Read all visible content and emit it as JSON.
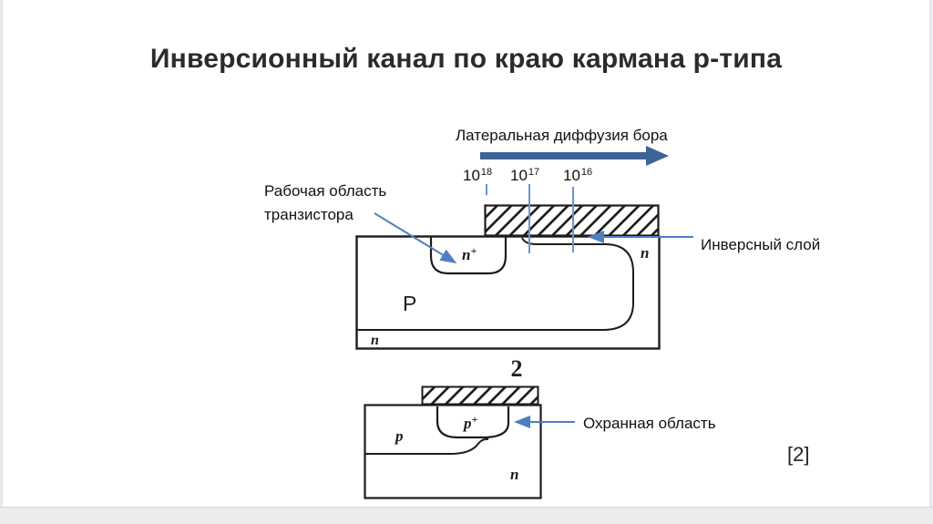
{
  "slide": {
    "title": "Инверсионный канал по краю кармана p-типа",
    "figure_number": "2",
    "reference": "[2]"
  },
  "annotations": {
    "lateral_diffusion": "Латеральная диффузия бора",
    "working_region_line1": "Рабочая область",
    "working_region_line2": "транзистора",
    "inversion_layer": "Инверсный слой",
    "guard_region": "Охранная область",
    "concentrations": [
      {
        "base": "10",
        "exp": "18"
      },
      {
        "base": "10",
        "exp": "17"
      },
      {
        "base": "10",
        "exp": "16"
      }
    ]
  },
  "diagram1": {
    "region_n_plus_base": "n",
    "region_n_plus_exp": "+",
    "region_p_well": "P",
    "region_n_right": "n",
    "region_n_substrate": "n"
  },
  "diagram2": {
    "region_p_plus_base": "p",
    "region_p_plus_exp": "+",
    "region_p": "p",
    "region_n": "n"
  },
  "colors": {
    "accent_blue": "#5b87c5",
    "arrow_dark_blue": "#3e6396",
    "ink": "#1c1c1c"
  }
}
